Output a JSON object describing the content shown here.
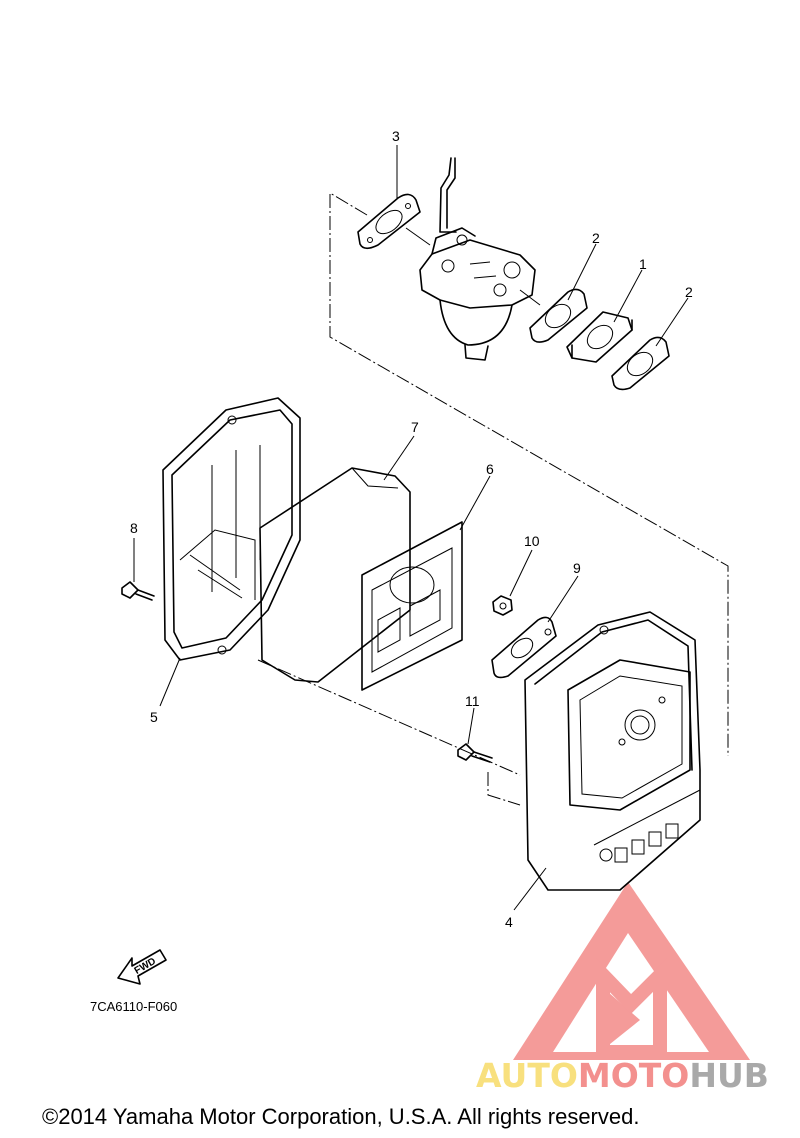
{
  "diagram": {
    "callouts": {
      "c1": "1",
      "c2a": "2",
      "c2b": "2",
      "c3": "3",
      "c4": "4",
      "c5": "5",
      "c6": "6",
      "c7": "7",
      "c8": "8",
      "c9": "9",
      "c10": "10",
      "c11": "11"
    },
    "fwd_label": "FWD",
    "figure_code": "7CA6110-F060",
    "copyright": "©2014 Yamaha Motor Corporation, U.S.A. All rights reserved."
  },
  "watermark": {
    "part1": "AUTO",
    "part2": "MOTO",
    "part3": "HUB",
    "colors": {
      "triangle": "#e8231f",
      "auto": "#f2c200",
      "moto": "#e8231f",
      "hub": "#555555"
    }
  }
}
